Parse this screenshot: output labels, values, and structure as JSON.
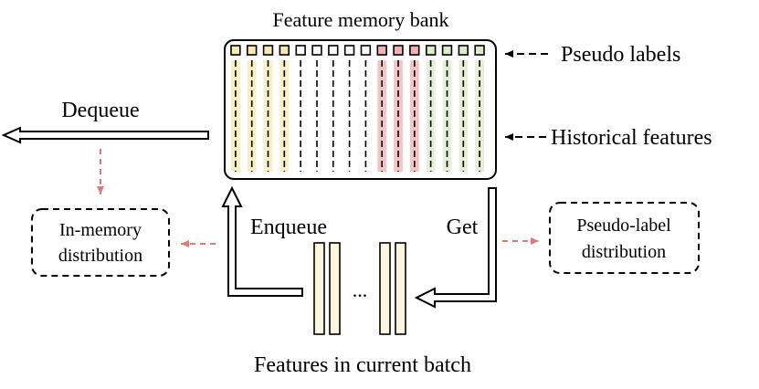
{
  "labels": {
    "title": "Feature memory bank",
    "pseudo_labels": "Pseudo labels",
    "historical_features": "Historical features",
    "dequeue": "Dequeue",
    "enqueue": "Enqueue",
    "get": "Get",
    "ellipsis": "...",
    "in_memory_line1": "In-memory",
    "in_memory_line2": "distribution",
    "pseudo_dist_line1": "Pseudo-label",
    "pseudo_dist_line2": "distribution",
    "features_batch": "Features in current batch"
  },
  "memory_bank": {
    "slots": 16,
    "slot_colors": [
      "#f7e9b0",
      "#f7e9b0",
      "#f7e9b0",
      "#f7e9b0",
      "#ffffff",
      "#ffffff",
      "#ffffff",
      "#ffffff",
      "#ffffff",
      "#f2b1b1",
      "#f2b1b1",
      "#f2b1b1",
      "#dcebc9",
      "#dcebc9",
      "#dcebc9",
      "#dcebc9"
    ]
  },
  "colors": {
    "feature_fill": "#fbf6df",
    "dashed_red": "#e07a7a"
  }
}
